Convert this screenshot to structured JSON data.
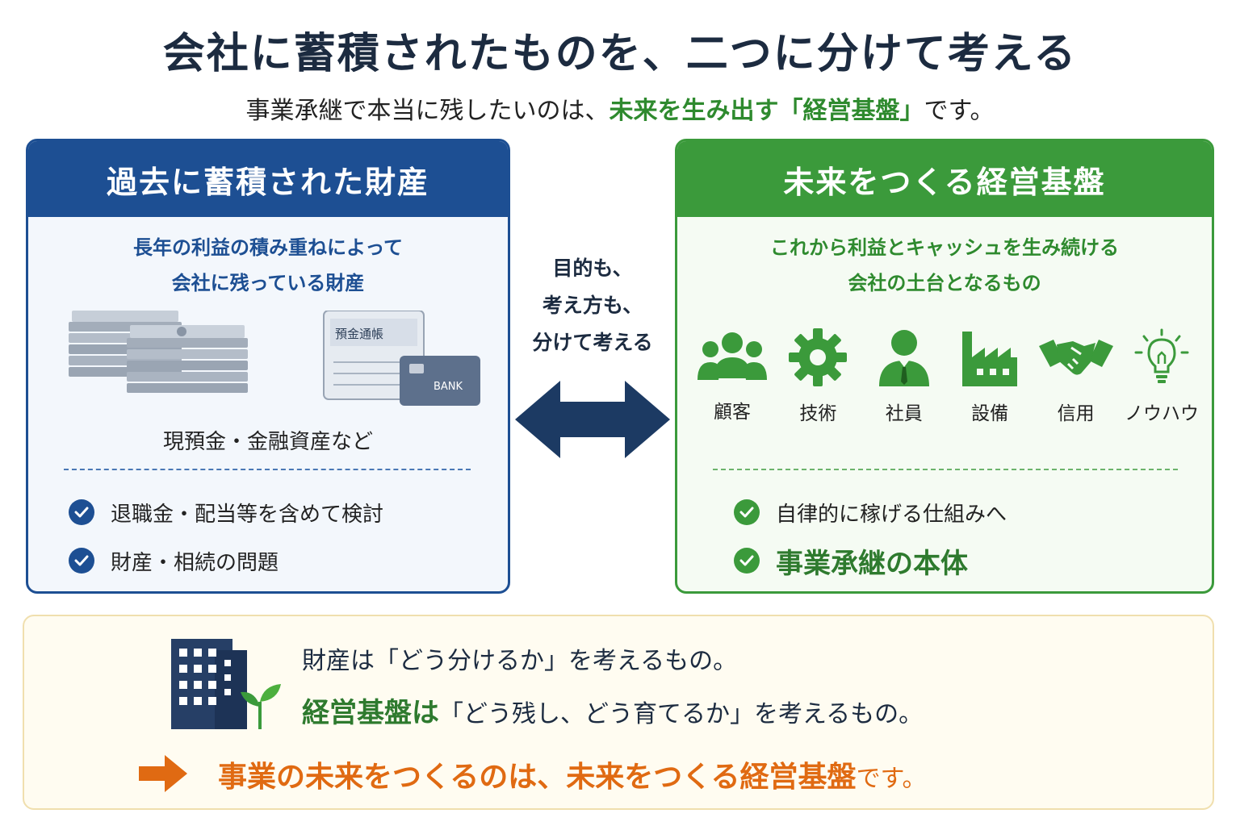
{
  "title": "会社に蓄積されたものを、二つに分けて考える",
  "subtitle": {
    "before": "事業承継で本当に残したいのは、",
    "highlight": "未来を生み出す「経営基盤」",
    "after": "です。"
  },
  "left_panel": {
    "heading": "過去に蓄積された財産",
    "desc_line1": "長年の利益の積み重ねによって",
    "desc_line2": "会社に残っている財産",
    "passbook_label": "預金通帳",
    "card_label": "BANK",
    "assets_caption": "現預金・金融資産など",
    "checks": [
      "退職金・配当等を含めて検討",
      "財産・相続の問題"
    ]
  },
  "middle": {
    "line1": "目的も、",
    "line2": "考え方も、",
    "line3": "分けて考える"
  },
  "right_panel": {
    "heading": "未来をつくる経営基盤",
    "desc_line1": "これから利益とキャッシュを生み続ける",
    "desc_line2": "会社の土台となるもの",
    "icons": [
      {
        "icon": "people-icon",
        "label": "顧客"
      },
      {
        "icon": "gear-icon",
        "label": "技術"
      },
      {
        "icon": "employee-icon",
        "label": "社員"
      },
      {
        "icon": "factory-icon",
        "label": "設備"
      },
      {
        "icon": "handshake-icon",
        "label": "信用"
      },
      {
        "icon": "lightbulb-icon",
        "label": "ノウハウ"
      }
    ],
    "checks": [
      "自律的に稼げる仕組みへ",
      "事業承継の本体"
    ]
  },
  "bottom": {
    "line1": "財産は「どう分けるか」を考えるもの。",
    "line2_green": "経営基盤は",
    "line2_rest": "「どう残し、どう育てるか」を考えるもの。",
    "line3_main": "事業の未来をつくるのは、未来をつくる経営基盤",
    "line3_end": "です。"
  },
  "colors": {
    "blue": "#1d4f93",
    "green": "#3b9a3b",
    "orange": "#e06a12",
    "navy": "#1c2b40"
  }
}
